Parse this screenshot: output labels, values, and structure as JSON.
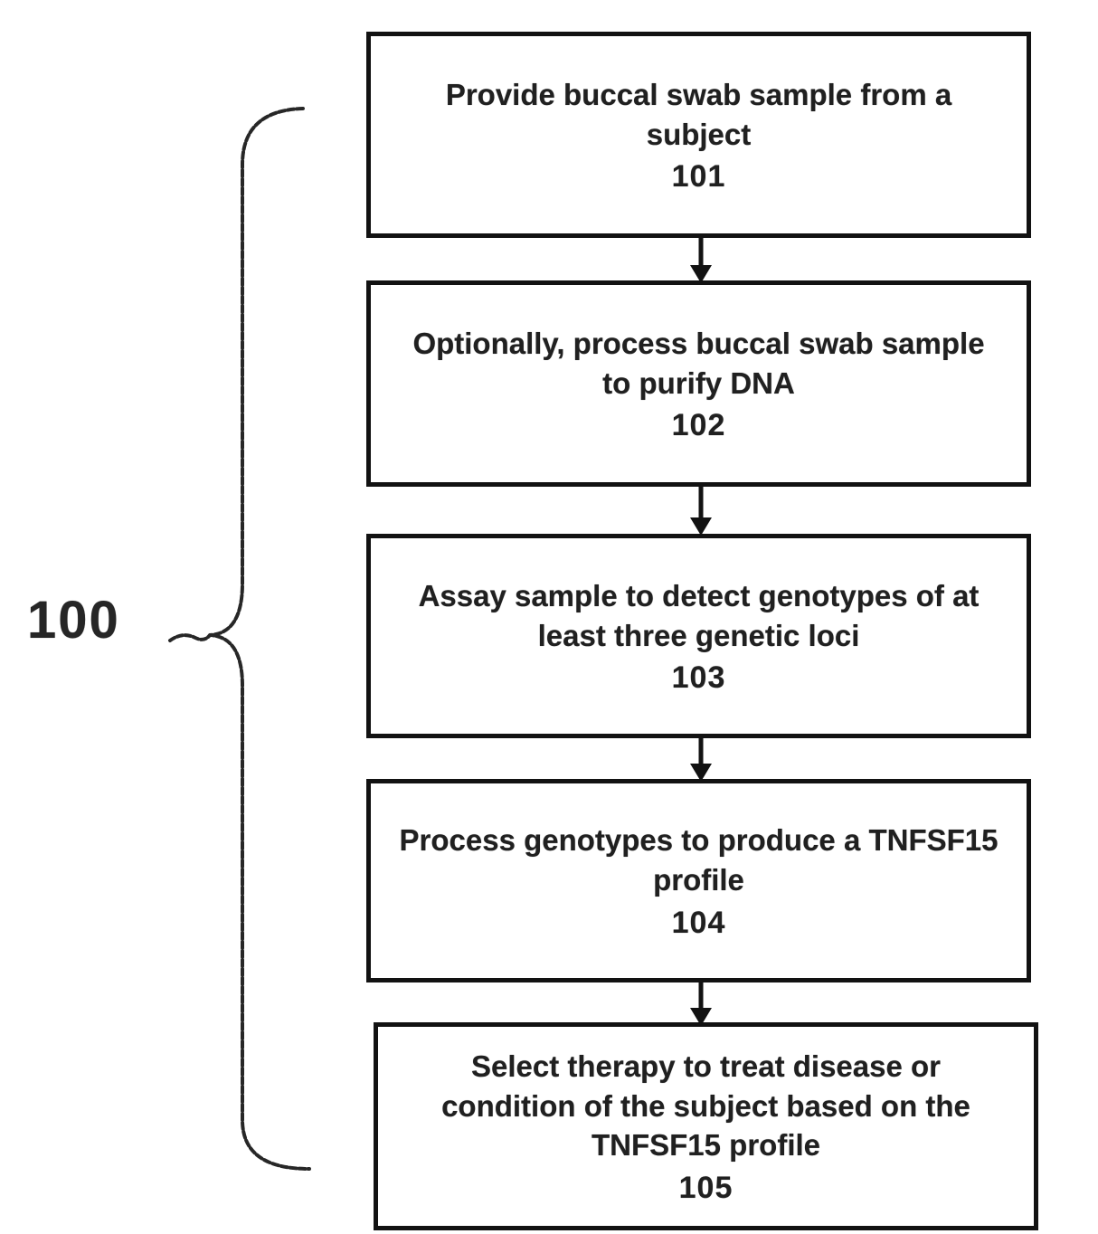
{
  "diagram": {
    "figure_label": "100",
    "steps": [
      {
        "text": "Provide buccal swab sample from a subject",
        "ref": "101"
      },
      {
        "text": "Optionally, process buccal swab sample to purify DNA",
        "ref": "102"
      },
      {
        "text": "Assay sample to detect genotypes of at least three genetic loci",
        "ref": "103"
      },
      {
        "text": "Process genotypes to produce a TNFSF15 profile",
        "ref": "104"
      },
      {
        "text": "Select therapy to treat disease or condition of the subject based on the TNFSF15 profile",
        "ref": "105"
      }
    ]
  },
  "colors": {
    "ink": "#171717",
    "background": "#ffffff"
  }
}
